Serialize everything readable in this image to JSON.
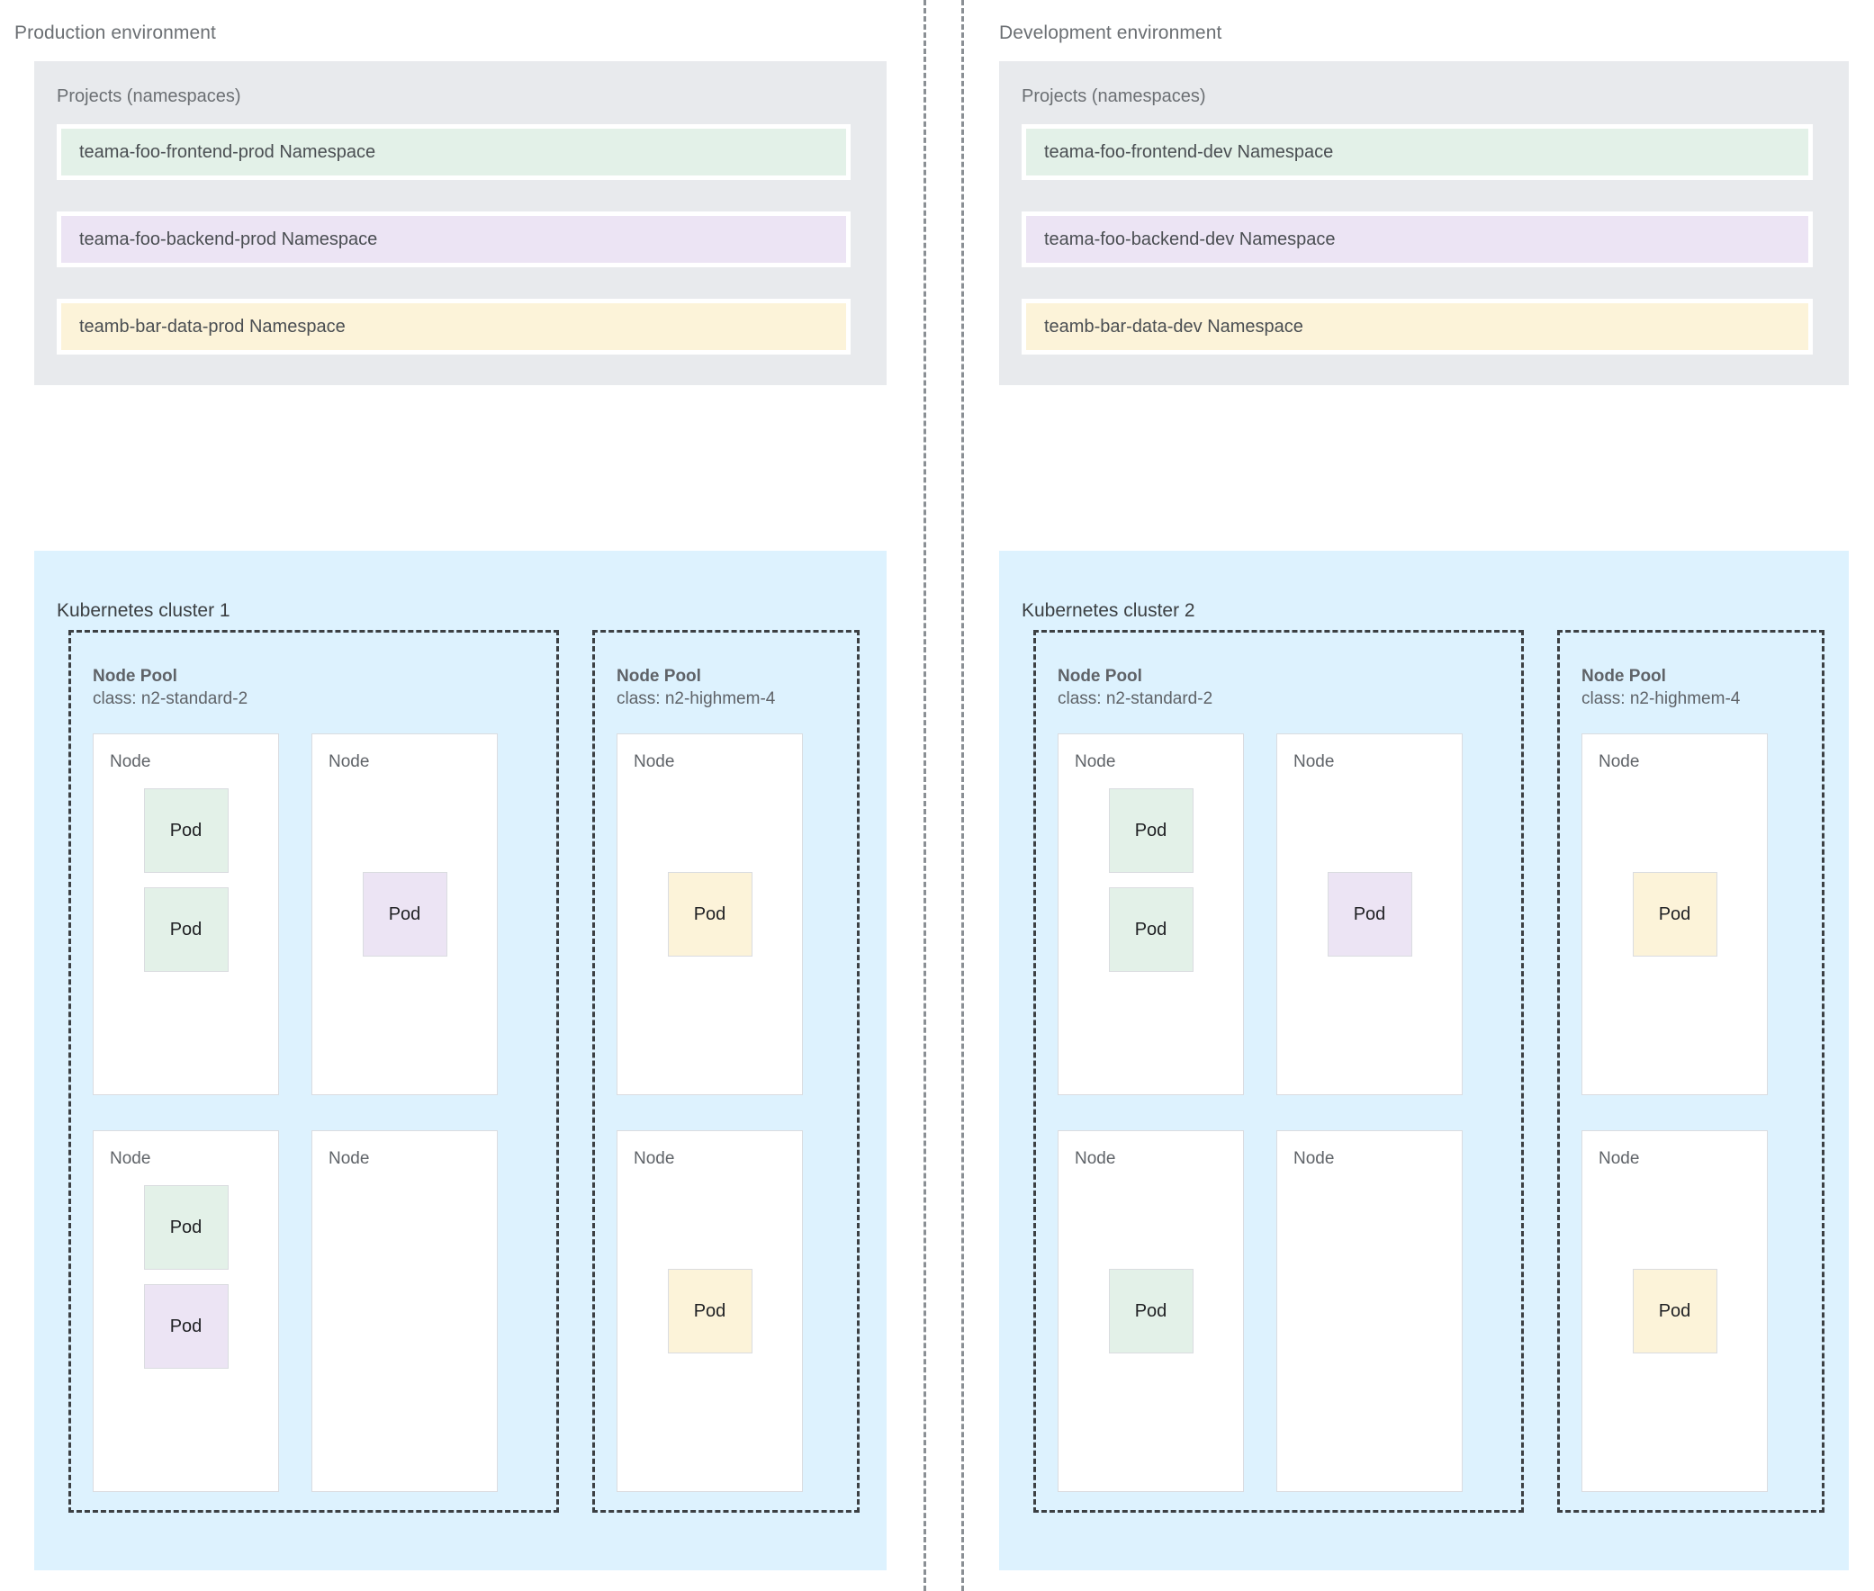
{
  "divider": {
    "name": "environment-divider"
  },
  "environments": [
    {
      "id": "prod",
      "title": "Production environment",
      "projects": {
        "title": "Projects (namespaces)",
        "namespaces": [
          {
            "label": "teama-foo-frontend-prod Namespace",
            "color": "green"
          },
          {
            "label": "teama-foo-backend-prod Namespace",
            "color": "purple"
          },
          {
            "label": "teamb-bar-data-prod Namespace",
            "color": "yellow"
          }
        ]
      },
      "cluster": {
        "title": "Kubernetes cluster 1",
        "pools": [
          {
            "name": "Node Pool",
            "class": "class: n2-standard-2",
            "nodes": [
              {
                "label": "Node",
                "align": "top",
                "pods": [
                  {
                    "label": "Pod",
                    "color": "green"
                  },
                  {
                    "label": "Pod",
                    "color": "green"
                  }
                ]
              },
              {
                "label": "Node",
                "align": "center",
                "pods": [
                  {
                    "label": "Pod",
                    "color": "purple"
                  }
                ]
              },
              {
                "label": "Node",
                "align": "top",
                "pods": [
                  {
                    "label": "Pod",
                    "color": "green"
                  },
                  {
                    "label": "Pod",
                    "color": "purple"
                  }
                ]
              },
              {
                "label": "Node",
                "align": "top",
                "pods": []
              }
            ]
          },
          {
            "name": "Node Pool",
            "class": "class: n2-highmem-4",
            "nodes": [
              {
                "label": "Node",
                "align": "center",
                "pods": [
                  {
                    "label": "Pod",
                    "color": "yellow"
                  }
                ]
              },
              {
                "label": "Node",
                "align": "center",
                "pods": [
                  {
                    "label": "Pod",
                    "color": "yellow"
                  }
                ]
              }
            ]
          }
        ]
      }
    },
    {
      "id": "dev",
      "title": "Development environment",
      "projects": {
        "title": "Projects (namespaces)",
        "namespaces": [
          {
            "label": "teama-foo-frontend-dev Namespace",
            "color": "green"
          },
          {
            "label": "teama-foo-backend-dev Namespace",
            "color": "purple"
          },
          {
            "label": "teamb-bar-data-dev Namespace",
            "color": "yellow"
          }
        ]
      },
      "cluster": {
        "title": "Kubernetes cluster 2",
        "pools": [
          {
            "name": "Node Pool",
            "class": "class: n2-standard-2",
            "nodes": [
              {
                "label": "Node",
                "align": "top",
                "pods": [
                  {
                    "label": "Pod",
                    "color": "green"
                  },
                  {
                    "label": "Pod",
                    "color": "green"
                  }
                ]
              },
              {
                "label": "Node",
                "align": "center",
                "pods": [
                  {
                    "label": "Pod",
                    "color": "purple"
                  }
                ]
              },
              {
                "label": "Node",
                "align": "center",
                "pods": [
                  {
                    "label": "Pod",
                    "color": "green"
                  }
                ]
              },
              {
                "label": "Node",
                "align": "top",
                "pods": []
              }
            ]
          },
          {
            "name": "Node Pool",
            "class": "class: n2-highmem-4",
            "nodes": [
              {
                "label": "Node",
                "align": "center",
                "pods": [
                  {
                    "label": "Pod",
                    "color": "yellow"
                  }
                ]
              },
              {
                "label": "Node",
                "align": "center",
                "pods": [
                  {
                    "label": "Pod",
                    "color": "yellow"
                  }
                ]
              }
            ]
          }
        ]
      }
    }
  ],
  "colors": {
    "green": "#e3f1e8",
    "purple": "#ece4f4",
    "yellow": "#fcf3d9",
    "cluster_background": "#ddf2fe",
    "projects_background": "#e8eaed",
    "node_border": "#dadce0",
    "pool_border": "#3c4043"
  }
}
